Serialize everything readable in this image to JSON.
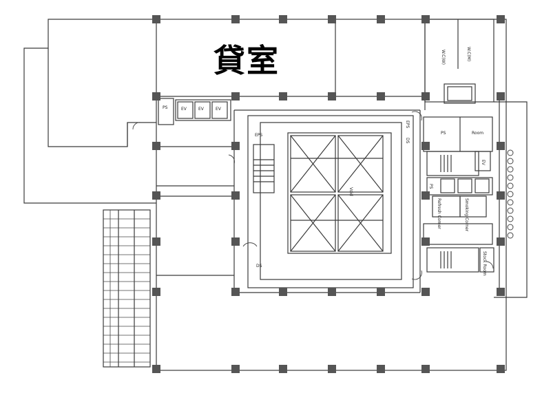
{
  "title_label": "貸室",
  "labels": {
    "wc_women": "W.C(W)",
    "wc_men": "W.C(M)",
    "ps": "PS",
    "ev": "EV",
    "eps": "EPS",
    "ds": "DS",
    "room": "Room",
    "refresh_corner": "Refresh Corner",
    "smoking_corner": "Smoking Corner",
    "stock_room": "Stock Room",
    "void": "Void"
  },
  "colors": {
    "line": "#3a3a3a",
    "column": "#555555",
    "background": "#ffffff"
  }
}
